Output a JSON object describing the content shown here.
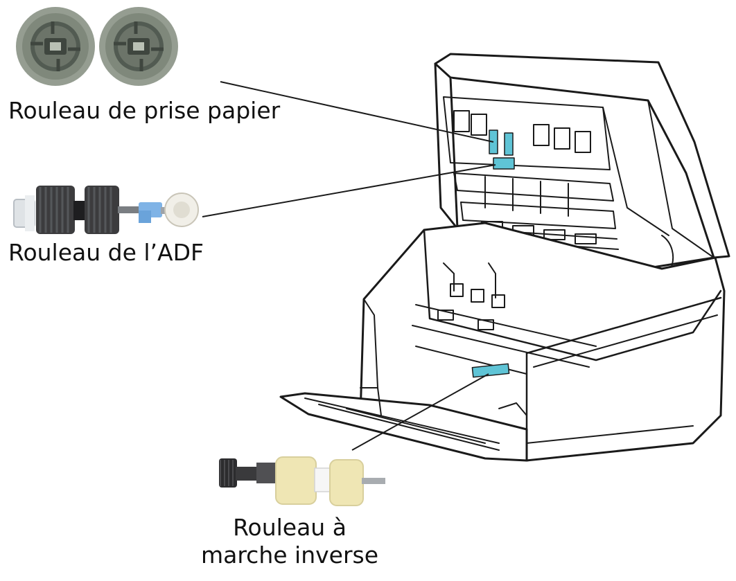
{
  "labels": {
    "pick_roller": "Rouleau de prise papier",
    "adf_roller": "Rouleau de l’ADF",
    "reverse_roller_line1": "Rouleau à",
    "reverse_roller_line2": "marche inverse"
  },
  "colors": {
    "line": "#1a1a1a",
    "highlight": "#5fc4d6",
    "roller_gray": "#8a9286",
    "roller_dark": "#3c3c3e",
    "roller_yellow": "#efe6b4",
    "roller_blue": "#7fb3e6"
  },
  "icons": [
    "pick-roller-pair-icon",
    "adf-roller-icon",
    "reverse-roller-icon",
    "scanner-illustration"
  ]
}
